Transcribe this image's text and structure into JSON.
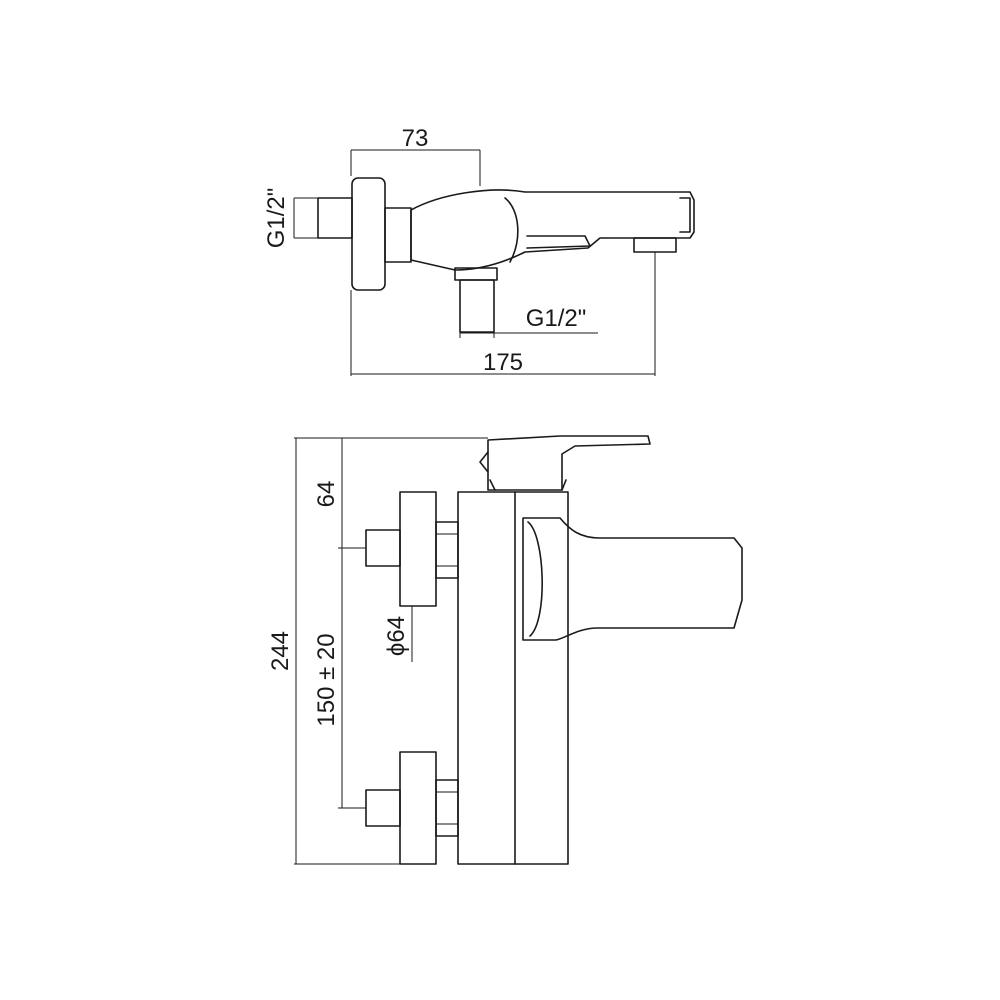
{
  "drawing": {
    "top_view": {
      "dim_width_top": "73",
      "dim_inlet_thread": "G1/2\"",
      "dim_outlet_thread": "G1/2\"",
      "dim_total_length": "175"
    },
    "side_view": {
      "dim_total_height": "244",
      "dim_spacing": "150 ± 20",
      "dim_lever_offset": "64",
      "dim_flange_diameter": "ϕ64"
    }
  },
  "colors": {
    "line": "#1a1a1a",
    "background": "#ffffff"
  }
}
